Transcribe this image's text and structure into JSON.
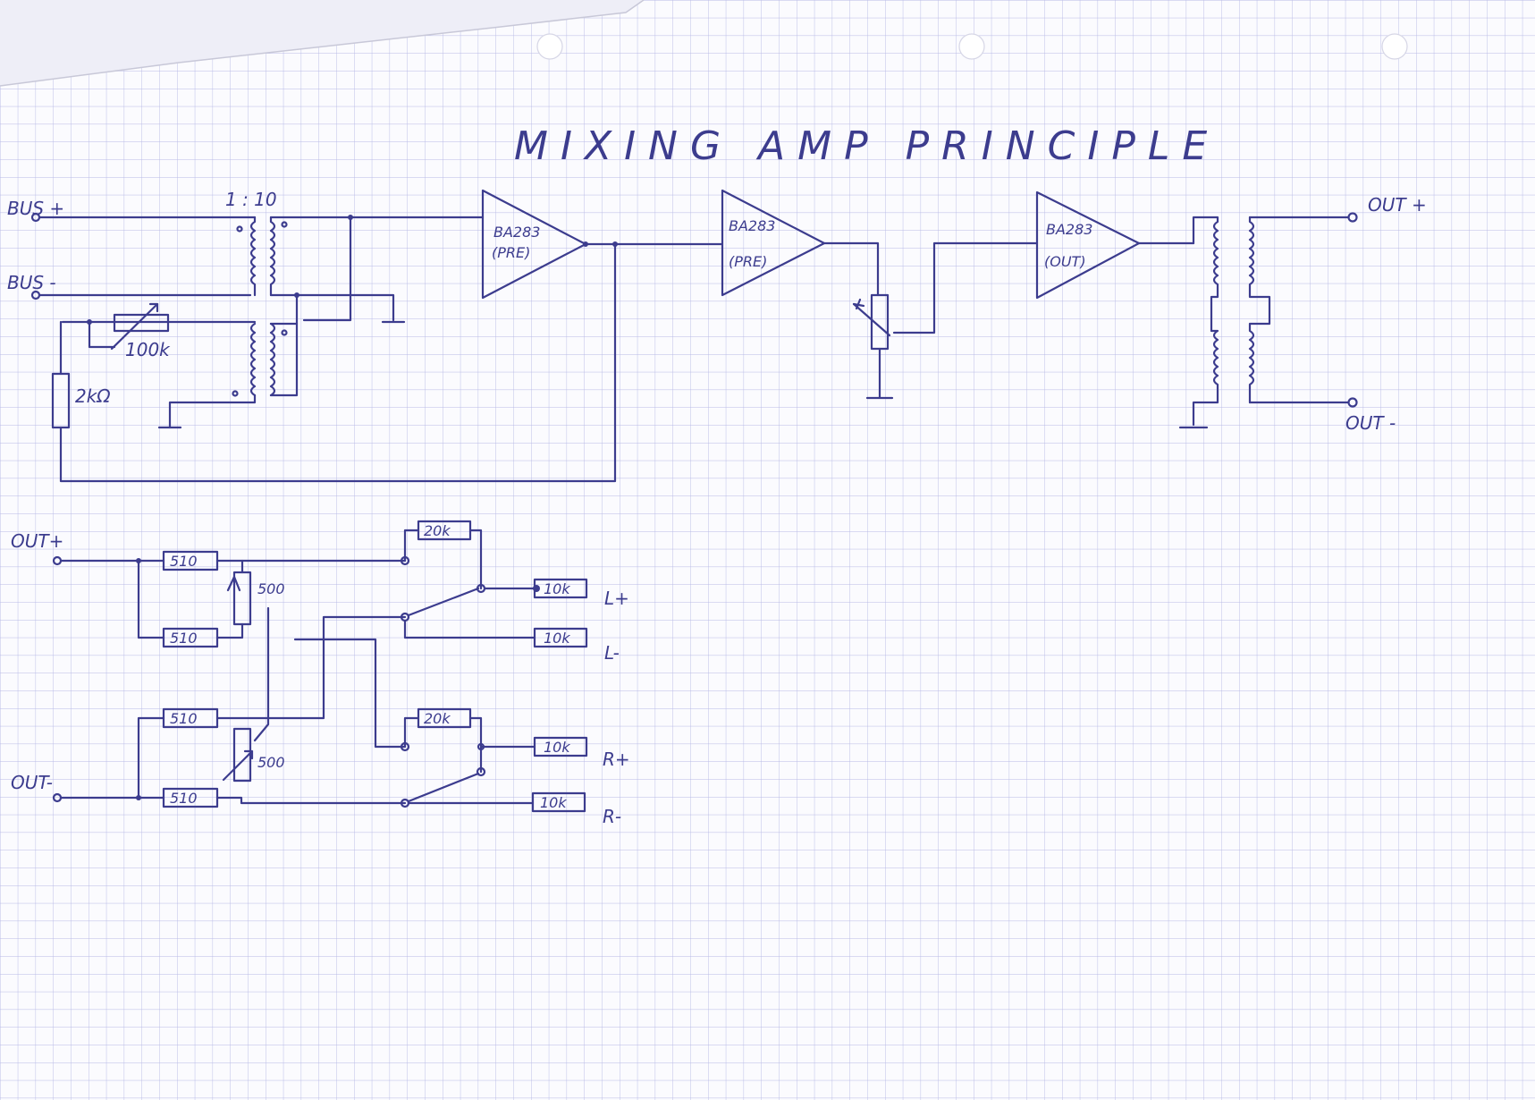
{
  "title": "MIXING AMP PRINCIPLE",
  "ink_color": "#3c3c8e",
  "grid_color": "#b7b9e6",
  "paper_color": "#fbfbfe",
  "top_circuit": {
    "input_plus": "BUS +",
    "input_minus": "BUS -",
    "transformer_ratio": "1 : 10",
    "pot": "100k",
    "resistor": "2kΩ",
    "amp1_line1": "BA283",
    "amp1_line2": "(PRE)",
    "amp2_line1": "BA283",
    "amp2_line2": "(PRE)",
    "amp3_line1": "BA283",
    "amp3_line2": "(OUT)",
    "output_plus": "OUT +",
    "output_minus": "OUT -"
  },
  "bottom_circuit": {
    "input_plus": "OUT+",
    "input_minus": "OUT-",
    "r1": "510",
    "r2": "510",
    "r3": "510",
    "r4": "510",
    "pot_top": "500",
    "pot_bottom": "500",
    "r_20k_top": "20k",
    "r_20k_bottom": "20k",
    "r_l_plus": "10k",
    "r_l_minus": "10k",
    "r_r_plus": "10k",
    "r_r_minus": "10k",
    "label_l_plus": "L+",
    "label_l_minus": "L-",
    "label_r_plus": "R+",
    "label_r_minus": "R-"
  }
}
